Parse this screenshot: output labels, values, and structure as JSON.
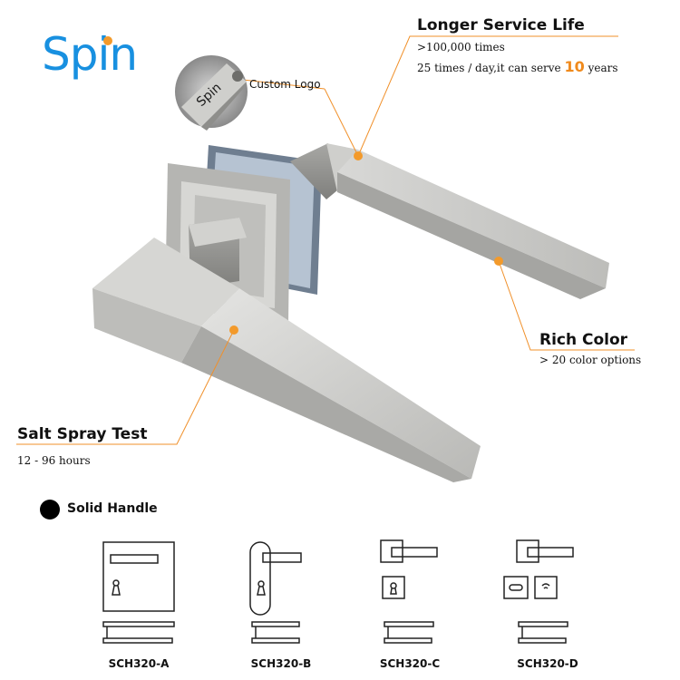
{
  "brand": {
    "logo_text": "Spin"
  },
  "callouts": {
    "custom_logo": {
      "label": "Custom Logo",
      "emblem_text": "Spin"
    },
    "service_life": {
      "title": "Longer Service Life",
      "line1": ">100,000 times",
      "line2_prefix": "25 times / day,it can serve",
      "line2_highlight": "10",
      "line2_suffix": "years"
    },
    "rich_color": {
      "title": "Rich Color",
      "detail": "> 20 color options"
    },
    "salt_spray": {
      "title": "Salt Spray Test",
      "detail": "12 - 96 hours"
    }
  },
  "legend": {
    "label": "Solid Handle"
  },
  "models": [
    {
      "code": "SCH320-A"
    },
    {
      "code": "SCH320-B"
    },
    {
      "code": "SCH320-C"
    },
    {
      "code": "SCH320-D"
    }
  ],
  "colors": {
    "brand_blue": "#1890e0",
    "accent_orange": "#f08a1c",
    "steel": "#c9c9c7"
  }
}
